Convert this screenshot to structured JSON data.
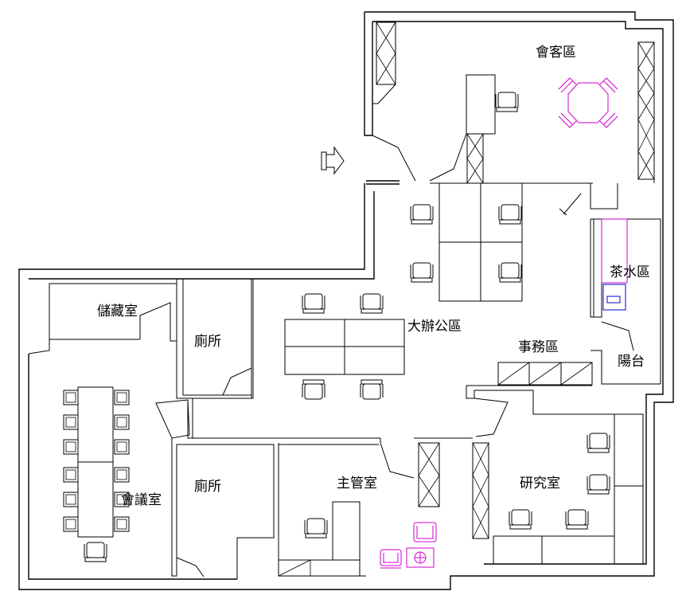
{
  "rooms": {
    "reception": "會客區",
    "pantry": "茶水區",
    "open_office": "大辦公區",
    "admin": "事務區",
    "balcony": "陽台",
    "storage": "儲藏室",
    "restroom_upper": "廁所",
    "restroom_lower": "廁所",
    "meeting": "會議室",
    "manager": "主管室",
    "research": "研究室"
  },
  "icons": {
    "entrance": "entrance-arrow-icon",
    "chair": "chair-icon",
    "cabinet": "cabinet-icon"
  },
  "colors": {
    "walls": "#000000",
    "furniture_highlight": "#cc00cc",
    "appliance": "#0000cc",
    "background": "#ffffff"
  }
}
